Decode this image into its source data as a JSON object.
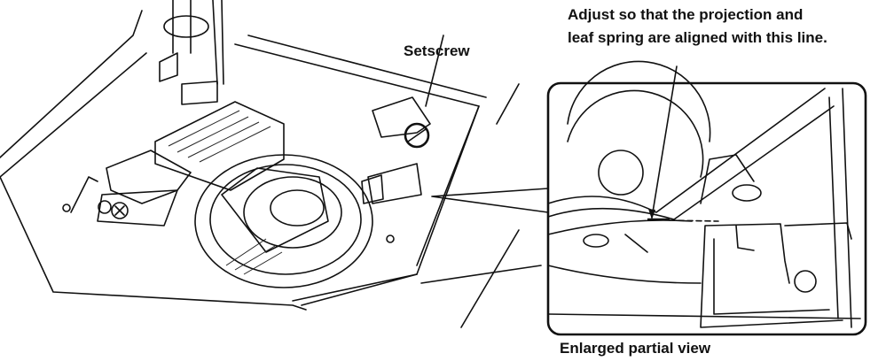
{
  "labels": {
    "setscrew": "Setscrew",
    "adjust_line1": "Adjust so that the projection and",
    "adjust_line2": "leaf spring are aligned with this line.",
    "enlarged_view": "Enlarged partial view"
  },
  "colors": {
    "ink": "#111111",
    "background": "#ffffff"
  }
}
